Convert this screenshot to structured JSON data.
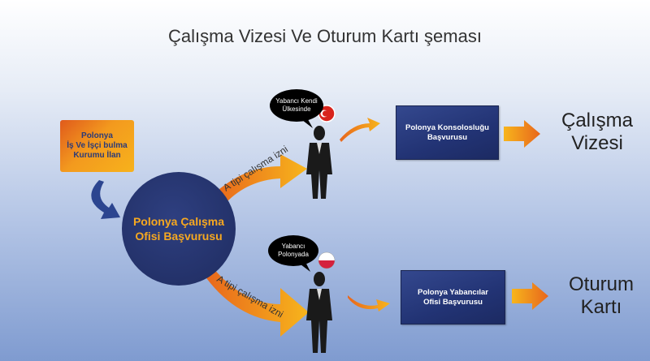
{
  "title": "Çalışma Vizesi Ve Oturum Kartı şeması",
  "source": {
    "lines": [
      "Polonya",
      "İş Ve İşçi bulma",
      "Kurumu İlan"
    ]
  },
  "center": {
    "lines": [
      "Polonya Çalışma",
      "Ofisi Başvurusu"
    ]
  },
  "upper": {
    "permit_label": "A tipi çalışma izni",
    "bubble": [
      "Yabancı Kendi",
      "Ülkesinde"
    ],
    "flag": "turkey-flag",
    "office": [
      "Polonya Konsolosluğu",
      "Başvurusu"
    ],
    "result": [
      "Çalışma",
      "Vizesi"
    ]
  },
  "lower": {
    "permit_label": "A tipi çalışma izni",
    "bubble": [
      "Yabancı",
      "Polonyada"
    ],
    "flag": "poland-flag",
    "office": [
      "Polonya Yabancılar",
      "Ofisi Başvurusu"
    ],
    "result": [
      "Oturum",
      "Kartı"
    ]
  },
  "colors": {
    "orange": "#f39a1e",
    "navy": "#223374",
    "text_orange": "#f6a820"
  }
}
